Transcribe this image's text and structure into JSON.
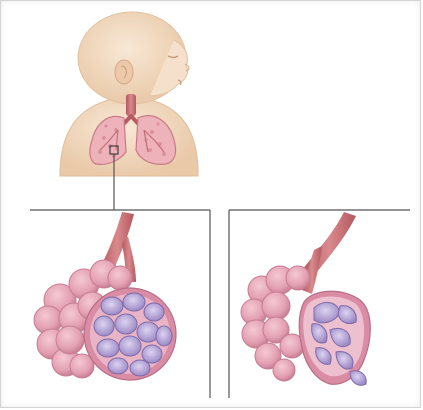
{
  "figure": {
    "panels": [
      {
        "id": "infant-overview",
        "content": "infant-respiratory-system"
      },
      {
        "id": "normal-alveoli",
        "content": "alveolar-sac-normal"
      },
      {
        "id": "collapsed-alveoli",
        "content": "alveolar-sac-collapsed"
      }
    ],
    "colors": {
      "skin": "#f3dcc3",
      "skin_shadow": "#e4c3a2",
      "lung": "#e9a6ad",
      "lung_dark": "#c9707c",
      "airway": "#c56d71",
      "alveolus_outer": "#e9a9bb",
      "alveolus_inner": "#b9a8d8",
      "alveolus_rim": "#d98ca4",
      "frame_line": "#555555"
    }
  }
}
